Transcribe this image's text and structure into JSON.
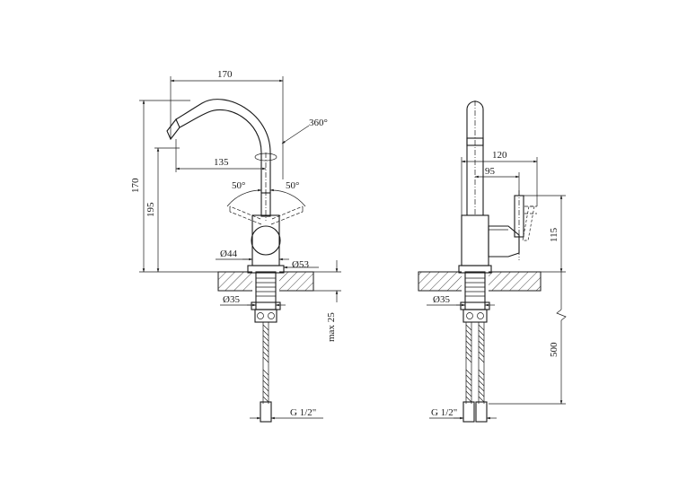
{
  "front_view": {
    "dim_spout_reach_total": "170",
    "dim_spout_reach_axis": "135",
    "dim_rotation": "360°",
    "dim_lever_angle_left": "50°",
    "dim_lever_angle_right": "50°",
    "dim_total_height": "170",
    "dim_spout_height": "195",
    "dim_base_diameter": "Ø44",
    "dim_flange_diameter": "Ø53",
    "dim_shank_diameter": "Ø35",
    "dim_max_thickness": "max 25",
    "dim_hose_thread": "G 1/2\""
  },
  "side_view": {
    "dim_depth_total": "120",
    "dim_depth_axis": "95",
    "dim_lever_height": "115",
    "dim_shank_diameter": "Ø35",
    "dim_hose_length": "500",
    "dim_hose_thread": "G 1/2\""
  }
}
